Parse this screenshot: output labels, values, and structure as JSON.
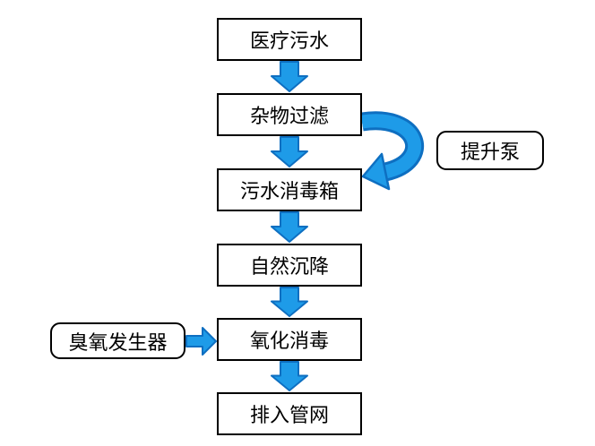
{
  "colors": {
    "arrow_fill": "#1E9BE8",
    "arrow_outline": "#0E6FC1",
    "box_border": "#000000",
    "box_fill": "#FFFFFF",
    "text": "#000000",
    "background": "#FFFFFF"
  },
  "flowchart": {
    "steps": [
      {
        "label": "医疗污水"
      },
      {
        "label": "杂物过滤"
      },
      {
        "label": "污水消毒箱"
      },
      {
        "label": "自然沉降"
      },
      {
        "label": "氧化消毒"
      },
      {
        "label": "排入管网"
      }
    ],
    "side_nodes": [
      {
        "label": "提升泵"
      },
      {
        "label": "臭氧发生器"
      }
    ]
  }
}
